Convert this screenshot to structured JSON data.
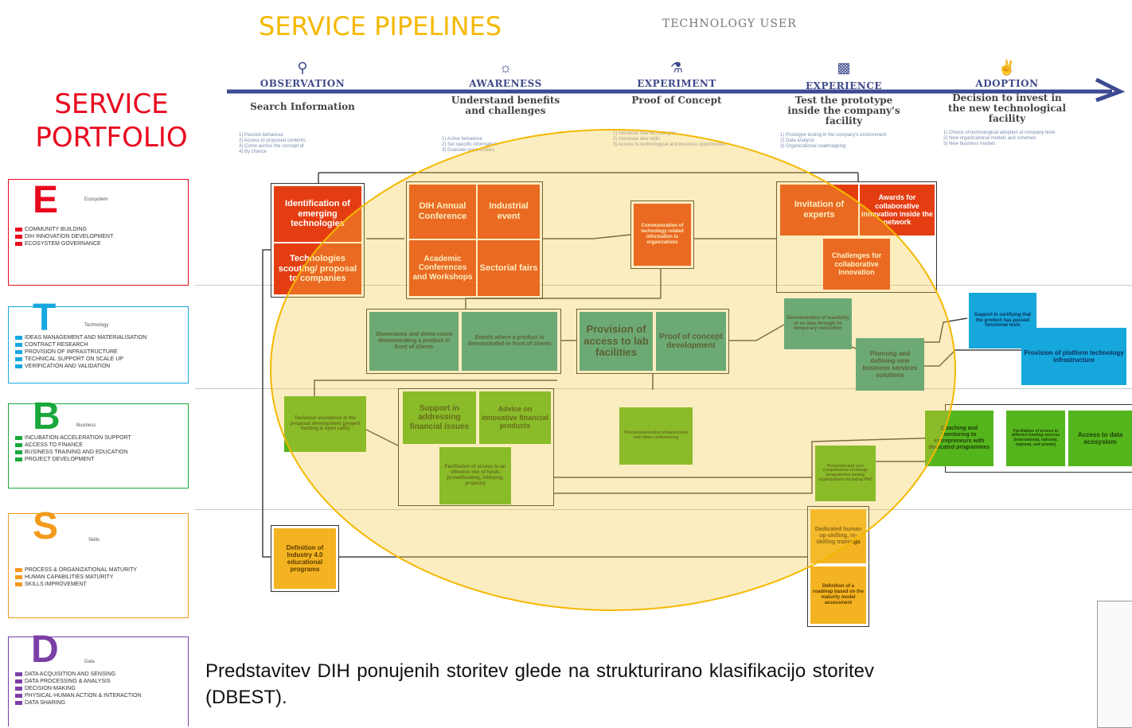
{
  "header": {
    "title": "SERVICE PIPELINES",
    "technology_user": "TECHNOLOGY USER"
  },
  "portfolio_title": [
    "SERVICE",
    "PORTFOLIO"
  ],
  "stages": [
    {
      "icon": "magnifier-icon",
      "name": "OBSERVATION",
      "description": "Search Information",
      "details": "1) Passive behaviour\n2) Access to proposed contents\n3) Come across the concept of\n4) By chance"
    },
    {
      "icon": "lightbulb-icon",
      "name": "AWARENESS",
      "description": "Understand benefits and challenges",
      "details": "1) Active behaviour\n2) Set specific information\n3) Evaluate opportunities"
    },
    {
      "icon": "flask-icon",
      "name": "EXPERIMENT",
      "description": "Proof of Concept",
      "details": "1) Introduce new technologies\n2) Introduce new skills\n3) Access to technological and business opportunities"
    },
    {
      "icon": "chart-icon",
      "name": "EXPERIENCE",
      "description": "Test the prototype inside the company's facility",
      "details": "1) Prototype testing in the company's environment\n2) Data analysis\n3) Organizational roadmapping"
    },
    {
      "icon": "thumbs-up-icon",
      "name": "ADOPTION",
      "description": "Decision to invest in the new technological facility",
      "details": "1) Choice of technological adoption at company level\n2) New organizational models and schemes\n3) New business models"
    }
  ],
  "categories": [
    {
      "letter": "E",
      "name": "Ecosystem",
      "color": "#e8091f",
      "items": [
        "COMMUNITY BUILDING",
        "DIH INNOVATION DEVELOPMENT",
        "ECOSYSTEM GOVERNANCE"
      ]
    },
    {
      "letter": "T",
      "name": "Technology",
      "color": "#18a8e0",
      "items": [
        "IDEAS MANAGEMENT AND MATERIALISATION",
        "CONTRACT RESEARCH",
        "PROVISION OF INFRASTRUCTURE",
        "TECHNICAL SUPPORT ON SCALE UP",
        "VERIFICATION AND VALIDATION"
      ]
    },
    {
      "letter": "B",
      "name": "Business",
      "color": "#1aa83b",
      "items": [
        "INCUBATION ACCELERATION SUPPORT",
        "ACCESS TO FINANCE",
        "BUSINESS TRAINING AND EDUCATION",
        "PROJECT DEVELOPMENT"
      ]
    },
    {
      "letter": "S",
      "name": "Skills",
      "color": "#f39a1e",
      "items": [
        "PROCESS & ORGANIZATIONAL MATURITY",
        "HUMAN CAPABILITIES MATURITY",
        "SKILLS IMPROVEMENT"
      ]
    },
    {
      "letter": "D",
      "name": "Data",
      "color": "#7b3fa6",
      "items": [
        "DATA ACQUISITION AND SENSING",
        "DATA PROCESSING & ANALYSIS",
        "DECISION-MAKING",
        "PHYSICAL-HUMAN ACTION & INTERACTION",
        "DATA SHARING"
      ]
    }
  ],
  "boxes": {
    "e1": "Identification of emerging technologies",
    "e2": "Technologies scouting/ proposal to companies",
    "e3": "DIH Annual Conference",
    "e4": "Industrial event",
    "e5": "Academic Conferences and Workshops",
    "e6": "Sectorial fairs",
    "e7": "Communication of technology related information to organizations",
    "e8": "Invitation of experts",
    "e9": "Awards for collaborative innovation inside the network",
    "e10": "Challenges for collaborative innovation",
    "t1": "Showrooms and demo-cases demonstrating a product in front of clients",
    "t2": "Events where a product is demonstrated in front of clients",
    "t3": "Provision of access to lab facilities",
    "t4": "Proof of concept development",
    "t5": "Demonstration of feasibility of an idea through its temporary realization",
    "t6": "Planning and defining new business services solutions",
    "t7": "Support in certifying that the product has passed functional tests",
    "t8": "Provision of platform technology infrastructure",
    "b1": "Technical assistance in the proposal development (project funding & open calls)",
    "b2": "Support in addressing financial issues",
    "b3": "Advice on innovative financial products",
    "b4": "Facilitation of access to an effective mix of funds (crowdfunding, lobbying, projects)",
    "b5": "Telecommunication infrastructure and video conferencing",
    "b6": "Personnel and core competences exchange programmes among organizations including PhD",
    "b7": "Coaching and mentoring to entrepreneurs with dedicated programmes",
    "b8": "Facilitation of access to different funding sources (international, national, regional, and private)",
    "b9": "Access to data ecosystem",
    "s1": "Definition of Industry 4.0 educational programs",
    "s2": "Dedicated human up-skilling, re-skilling trainings",
    "s3": "Definition of a roadmap based on the maturity model assessment"
  },
  "caption": "Predstavitev DIH ponujenih storitev glede na strukturirano klasifikacijo storitev (DBEST).",
  "colors": {
    "highlight": "#f5c842",
    "arrow": "#3d4a92",
    "title": "#f5b800",
    "portfolio": "#e8091f"
  }
}
